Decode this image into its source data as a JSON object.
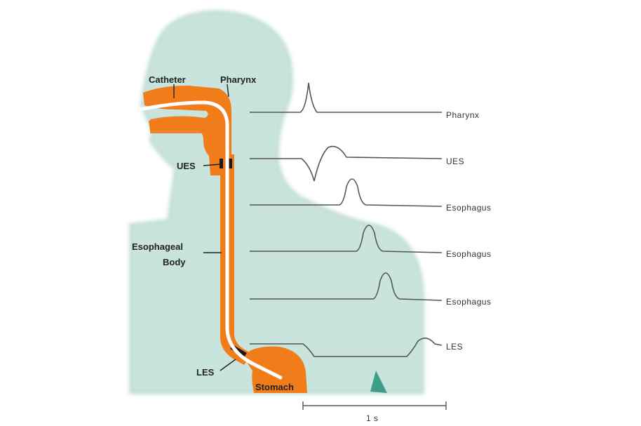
{
  "anatomy_labels": {
    "catheter": "Catheter",
    "pharynx": "Pharynx",
    "ues": "UES",
    "esophageal_body_line1": "Esophageal",
    "esophageal_body_line2": "Body",
    "les": "LES",
    "stomach": "Stomach"
  },
  "traces": [
    {
      "label": "Pharynx"
    },
    {
      "label": "UES"
    },
    {
      "label": "Esophagus"
    },
    {
      "label": "Esophagus"
    },
    {
      "label": "Esophagus"
    },
    {
      "label": "LES"
    }
  ],
  "time_scale_label": "1 s",
  "colors": {
    "body_fill": "#c9e4dc",
    "body_edge": "#b3d6cc",
    "organ": "#f07c1a",
    "catheter": "#ffffff",
    "trace": "#555555"
  }
}
